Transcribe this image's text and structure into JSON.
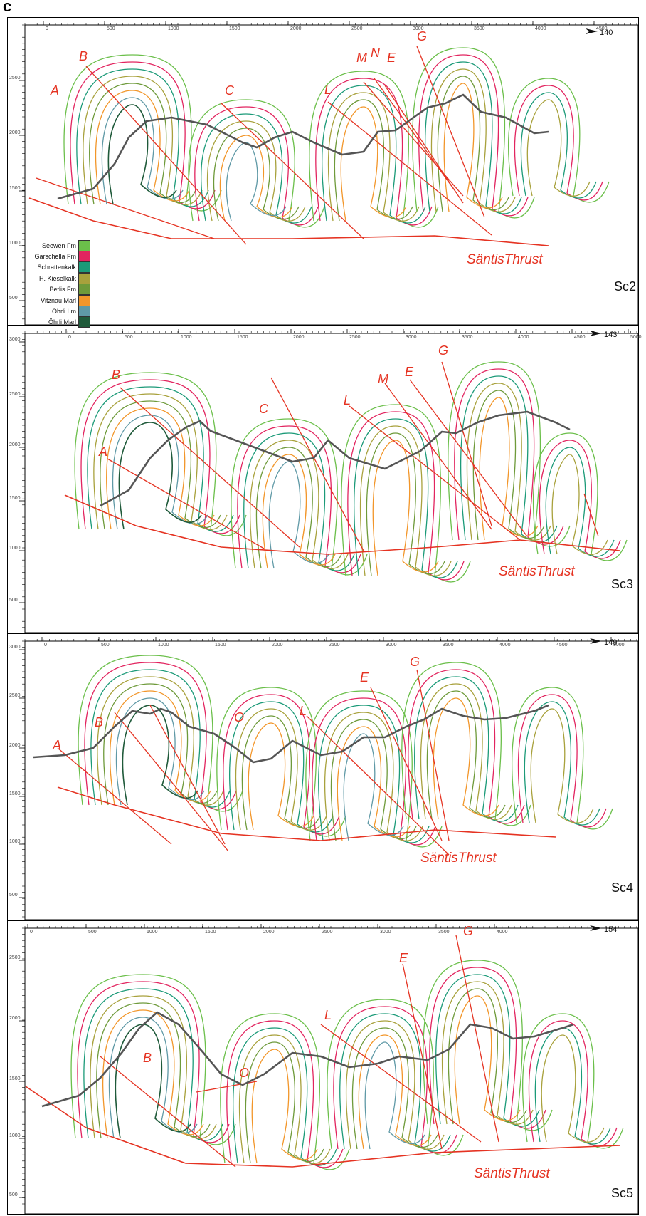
{
  "figure_label": "c",
  "thrust_label": "SäntisThrust",
  "legend": [
    {
      "name": "Seewen Fm",
      "color": "#6bbf4a"
    },
    {
      "name": "Garschella Fm",
      "color": "#e2245f"
    },
    {
      "name": "Schrattenkalk",
      "color": "#1b9a78"
    },
    {
      "name": "H. Kieselkalk",
      "color": "#a8a13c"
    },
    {
      "name": "Betlis Fm",
      "color": "#6e9a3a"
    },
    {
      "name": "Vitznau Marl",
      "color": "#f2962a"
    },
    {
      "name": "Öhrli Lm",
      "color": "#5f99a6"
    },
    {
      "name": "Öhrli Marl",
      "color": "#1f5a3a"
    }
  ],
  "panels": [
    {
      "name": "Sc2",
      "azimuth": "140",
      "x_ticks": [
        "0",
        "500",
        "1000",
        "1500",
        "2000",
        "2500",
        "3000",
        "3500",
        "4000",
        "4500"
      ],
      "y_ticks": [
        "2500",
        "2000",
        "1500",
        "1000",
        "500"
      ],
      "faults": [
        "A",
        "B",
        "C",
        "L",
        "M",
        "N",
        "E",
        "G"
      ]
    },
    {
      "name": "Sc3",
      "azimuth": "143",
      "x_ticks": [
        "0",
        "500",
        "1000",
        "1500",
        "2000",
        "2500",
        "3000",
        "3500",
        "4000",
        "4500",
        "5000"
      ],
      "y_ticks": [
        "3000",
        "2500",
        "2000",
        "1500",
        "1000",
        "500"
      ],
      "faults": [
        "A",
        "B",
        "C",
        "L",
        "M",
        "E",
        "G"
      ]
    },
    {
      "name": "Sc4",
      "azimuth": "149",
      "x_ticks": [
        "0",
        "500",
        "1000",
        "1500",
        "2000",
        "2500",
        "3000",
        "3500",
        "4000",
        "4500",
        "5000"
      ],
      "y_ticks": [
        "3000",
        "2500",
        "2000",
        "1500",
        "1000",
        "500"
      ],
      "faults": [
        "A",
        "B",
        "O",
        "L",
        "E",
        "G"
      ]
    },
    {
      "name": "Sc5",
      "azimuth": "154",
      "x_ticks": [
        "0",
        "500",
        "1000",
        "1500",
        "2000",
        "2500",
        "3000",
        "3500",
        "4000"
      ],
      "y_ticks": [
        "2500",
        "2000",
        "1500",
        "1000",
        "500"
      ],
      "faults": [
        "B",
        "O",
        "L",
        "E",
        "G"
      ]
    }
  ],
  "colors": {
    "fault": "#e53322",
    "topography": "#555555"
  }
}
